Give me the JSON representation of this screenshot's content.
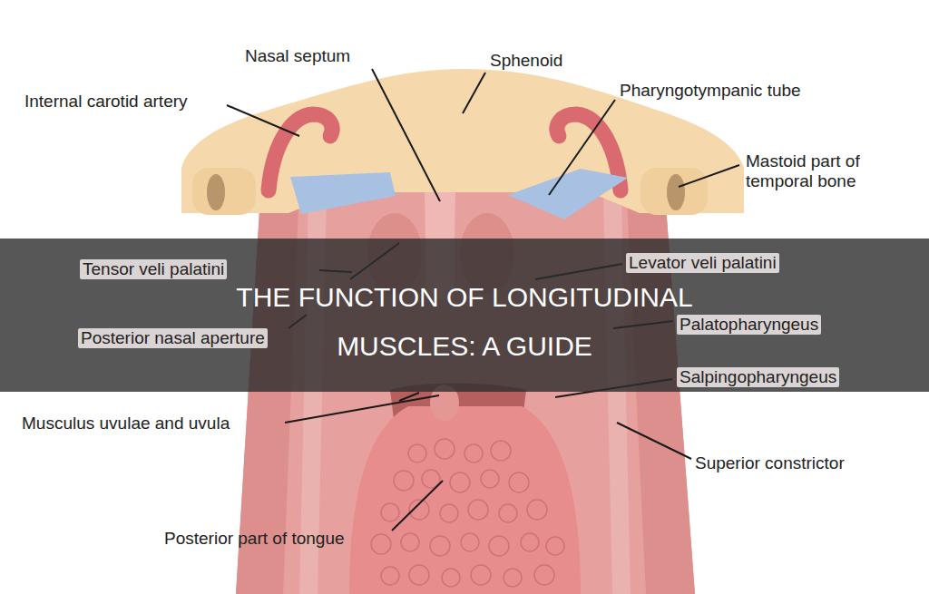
{
  "diagram": {
    "title": "THE FUNCTION OF LONGITUDINAL MUSCLES: A GUIDE",
    "labels": [
      "Nasal septum",
      "Sphenoid",
      "Internal carotid artery",
      "Pharyngotympanic tube",
      "Mastoid part of temporal bone",
      "Tensor veli palatini",
      "Levator veli palatini",
      "Posterior nasal aperture",
      "Palatopharyngeus",
      "Salpingopharyngeus",
      "Musculus uvulae and uvula",
      "Superior constrictor",
      "Posterior part of tongue"
    ]
  }
}
